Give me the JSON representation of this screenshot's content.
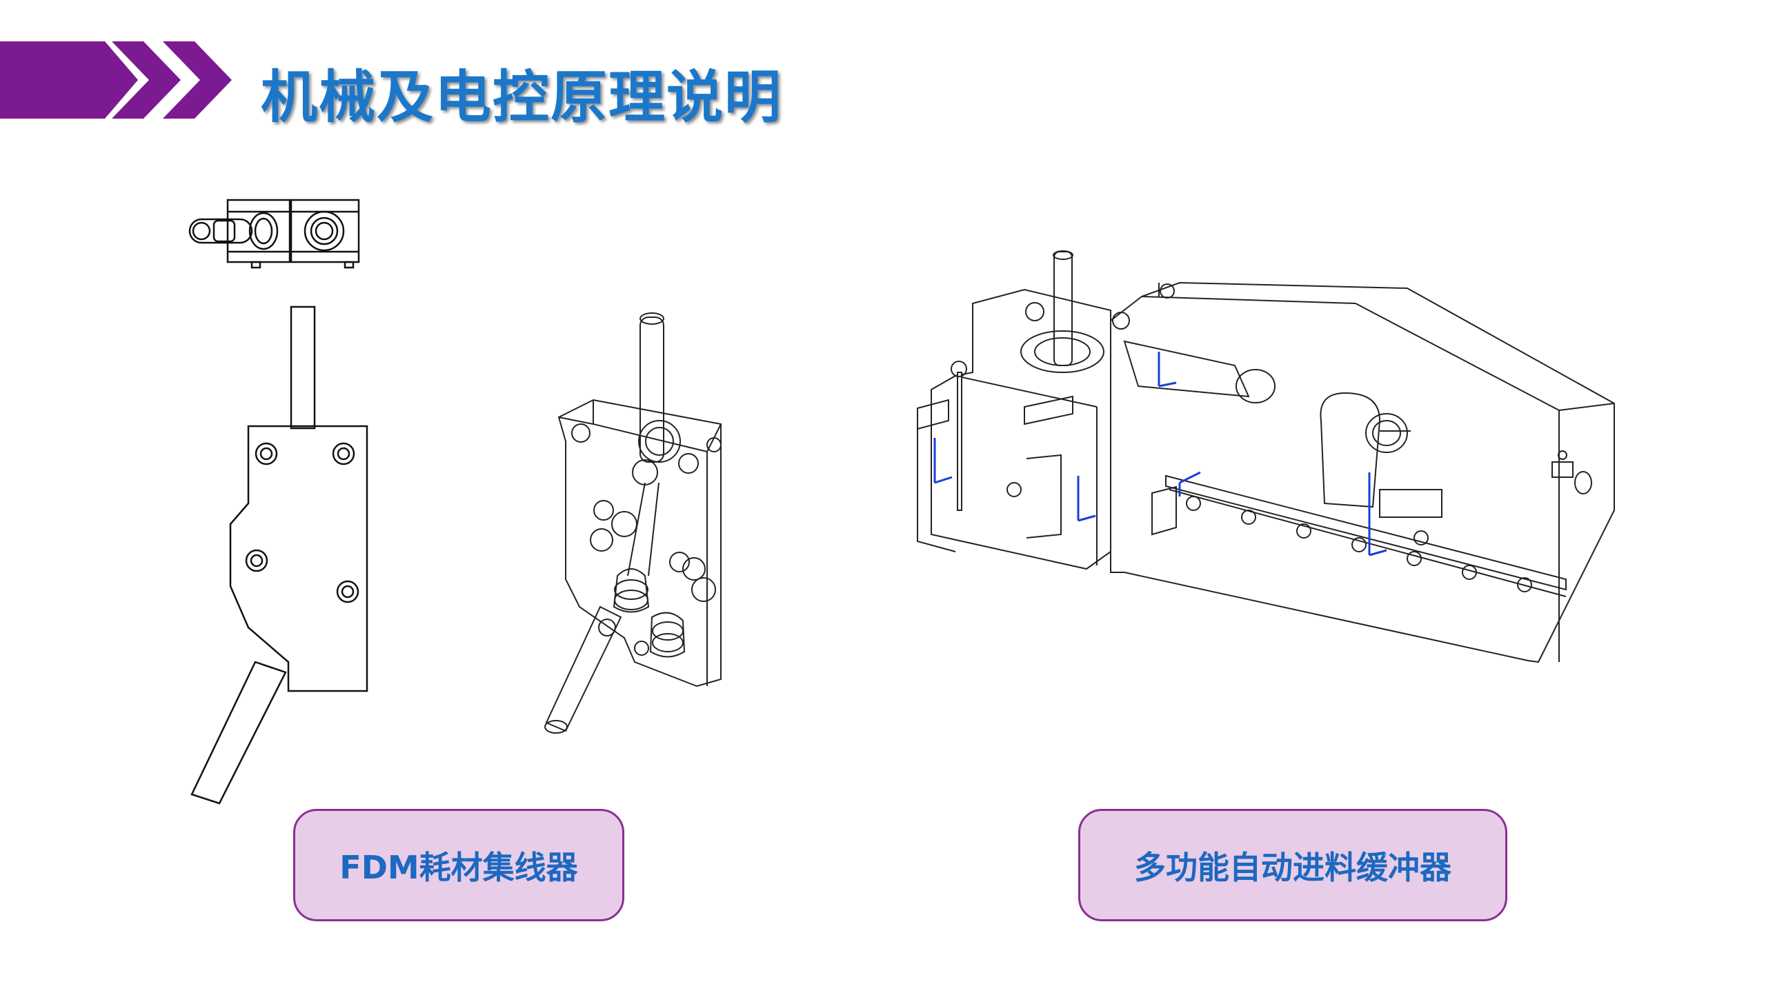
{
  "header": {
    "title": "机械及电控原理说明",
    "accent_color": "#7b1a91",
    "title_color": "#1b77c9"
  },
  "figures": [
    {
      "caption": "FDM耗材集线器"
    },
    {
      "caption": "多功能自动进料缓冲器"
    }
  ],
  "caption_style": {
    "fill": "#e8cde8",
    "border": "#8a2f93",
    "text_color": "#1d68c0"
  }
}
